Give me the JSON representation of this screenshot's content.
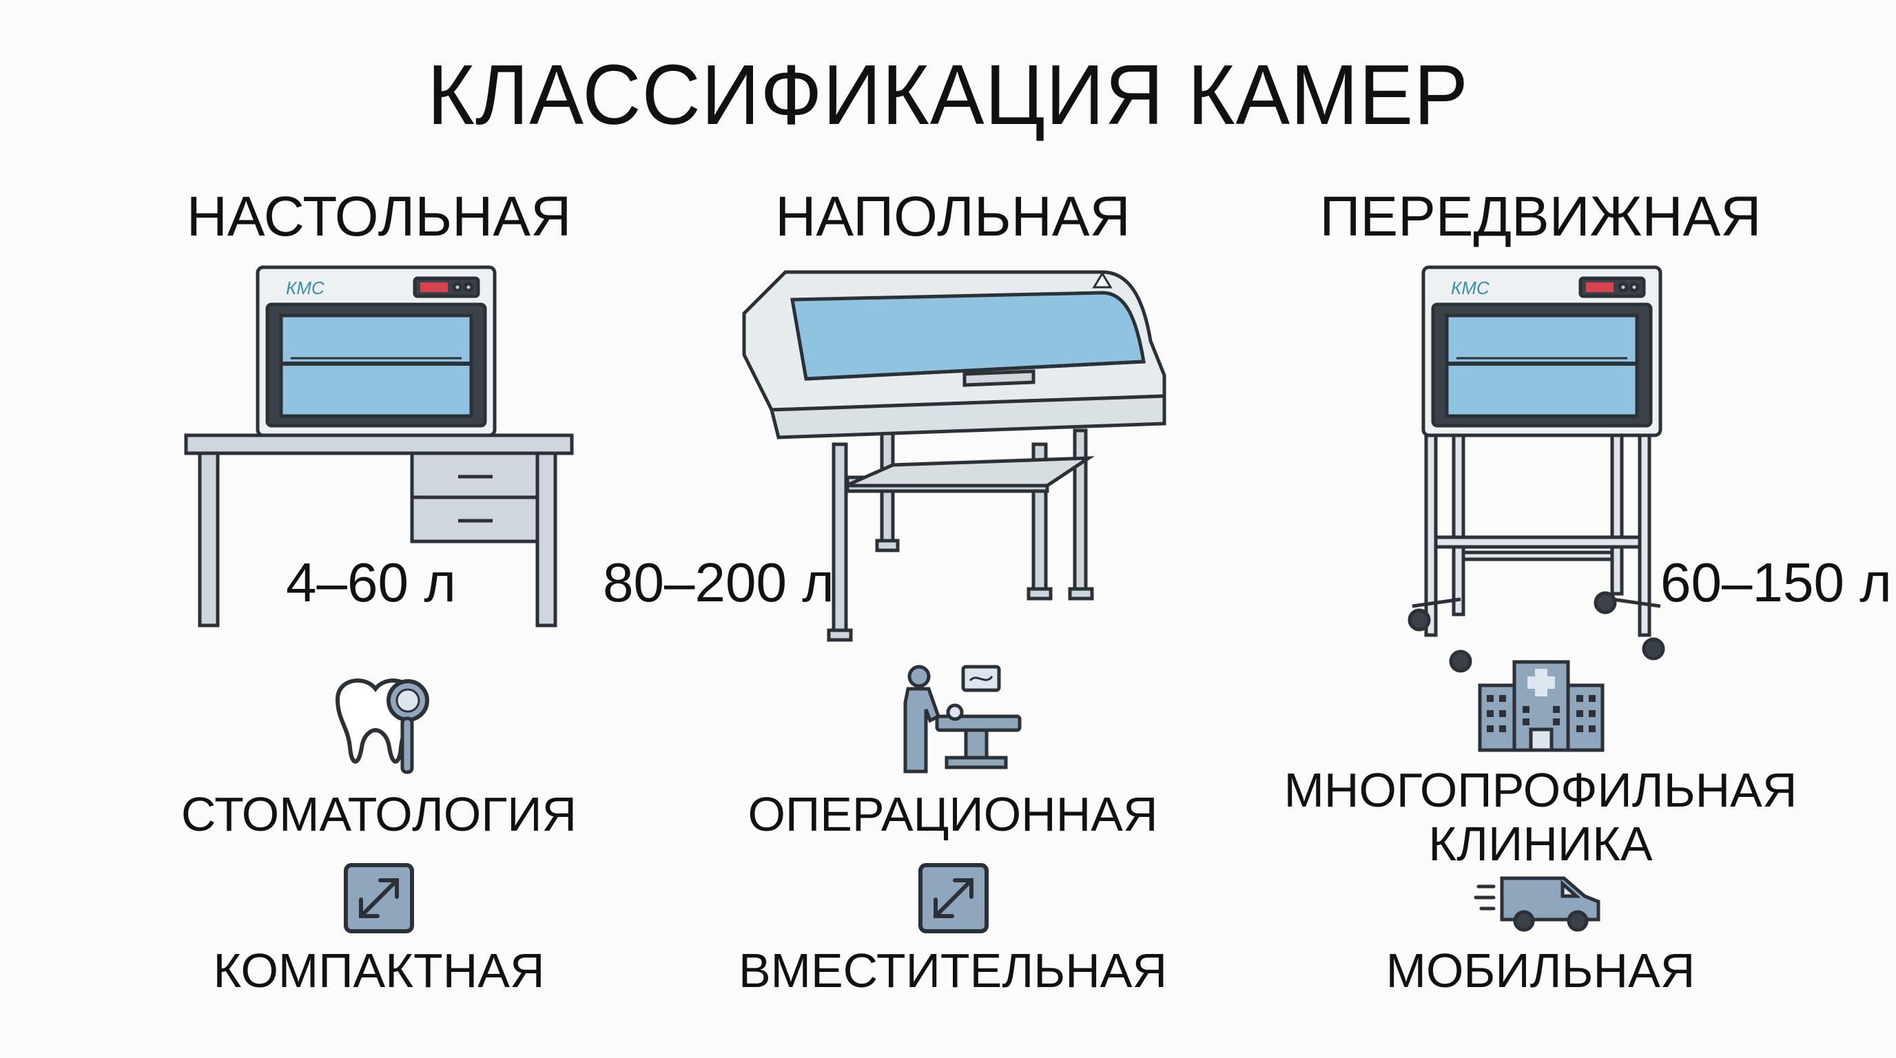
{
  "title": "КЛАССИФИКАЦИЯ КАМЕР",
  "brand_logo_text": "КМС",
  "colors": {
    "metal": "#e6ecee",
    "glass": "#8fc3e0",
    "outline": "#2b3137",
    "icon_fill": "#8ea7bd",
    "table": "#cfd6de"
  },
  "columns": [
    {
      "title": "НАСТОЛЬНАЯ",
      "volume": "4–60 л",
      "use_icon": "tooth-probe-icon",
      "use_label": "СТОМАТОЛОГИЯ",
      "feature_icon": "expand-arrows-icon",
      "feature_label": "КОМПАКТНАЯ"
    },
    {
      "title": "НАПОЛЬНАЯ",
      "volume": "80–200 л",
      "use_icon": "surgeon-operating-table-icon",
      "use_label": "ОПЕРАЦИОННАЯ",
      "feature_icon": "expand-arrows-icon",
      "feature_label": "ВМЕСТИТЕЛЬНАЯ"
    },
    {
      "title": "ПЕРЕДВИЖНАЯ",
      "volume": "60–150 л",
      "use_icon": "hospital-building-icon",
      "use_label_line1": "МНОГОПРОФИЛЬНАЯ",
      "use_label_line2": "КЛИНИКА",
      "feature_icon": "van-icon",
      "feature_label": "МОБИЛЬНАЯ"
    }
  ]
}
